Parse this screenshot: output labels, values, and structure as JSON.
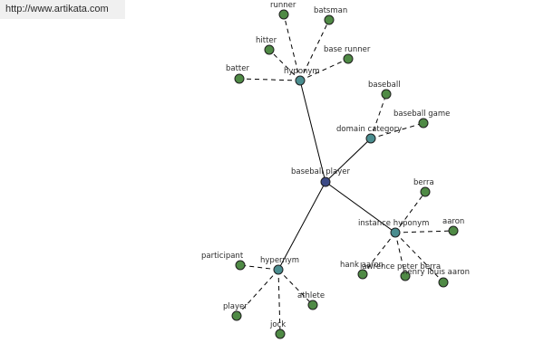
{
  "watermark": "http://www.artikata.com",
  "colors": {
    "root": "#3c4a86",
    "relation": "#4a8d8f",
    "leaf": "#4f8a45"
  },
  "nodes": {
    "root": "baseball player",
    "hyponym": "hyponym",
    "domain_category": "domain category",
    "instance_hyponym": "instance hyponym",
    "hypernym": "hypernym",
    "runner": "runner",
    "batsman": "batsman",
    "hitter": "hitter",
    "base_runner": "base runner",
    "batter": "batter",
    "baseball": "baseball",
    "baseball_game": "baseball game",
    "berra": "berra",
    "aaron": "aaron",
    "hank_aaron": "hank aaron",
    "lawrence_peter_berra": "lawrence peter berra",
    "henry_louis_aaron": "henry louis aaron",
    "participant": "participant",
    "athlete": "athlete",
    "player": "player",
    "jock": "jock"
  }
}
